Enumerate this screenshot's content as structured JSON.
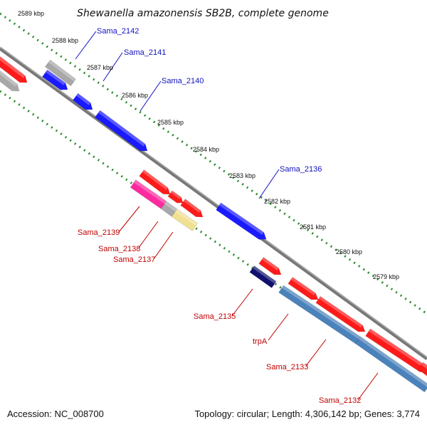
{
  "title": "Shewanella amazonensis SB2B, complete genome",
  "footer": {
    "accession": "Accession: NC_008700",
    "summary": "Topology: circular; Length: 4,306,142 bp; Genes: 3,774"
  },
  "kbp_labels": [
    "2589 kbp",
    "2588 kbp",
    "2587 kbp",
    "2586 kbp",
    "2585 kbp",
    "2584 kbp",
    "2583 kbp",
    "2582 kbp",
    "2581 kbp",
    "2580 kbp",
    "2579 kbp"
  ],
  "genes_forward": [
    "Sama_2142",
    "Sama_2141",
    "Sama_2140",
    "Sama_2136"
  ],
  "genes_reverse": [
    "Sama_2139",
    "Sama_2138",
    "Sama_2137",
    "Sama_2135",
    "trpA",
    "Sama_2133",
    "Sama_2132"
  ],
  "colors": {
    "backbone": "#808080",
    "forward_label": "#1010c0",
    "reverse_label": "#c00000",
    "tick": "#2a8a2a",
    "red": "#ff1a1a",
    "blue": "#1a1aff",
    "steel": "#4a82bb",
    "navy": "#101070",
    "pink": "#ff2aa0",
    "yellow": "#f0e090",
    "grey": "#a8a8a8"
  }
}
